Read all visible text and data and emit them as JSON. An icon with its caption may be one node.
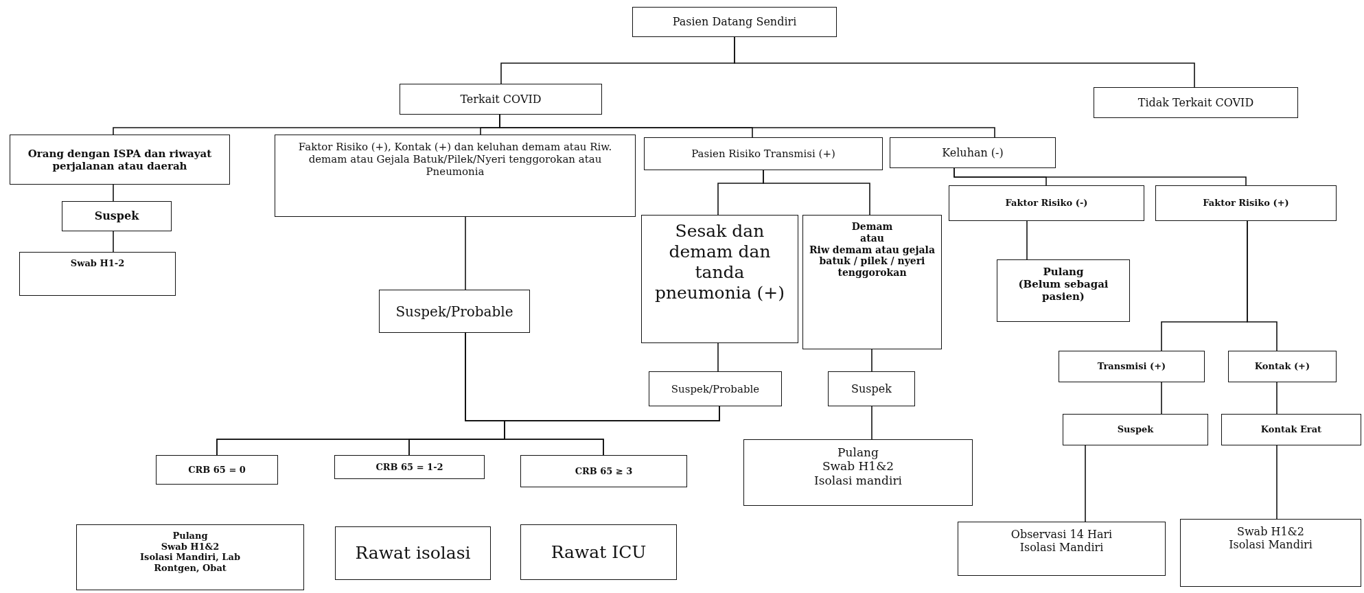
{
  "diagram": {
    "nodes": [
      {
        "text": [
          "Pasien Datang Sendiri"
        ]
      },
      {
        "text": [
          "Terkait COVID"
        ]
      },
      {
        "text": [
          "Tidak Terkait COVID"
        ]
      },
      {
        "text": [
          "Orang dengan ISPA dan riwayat perjalanan atau daerah"
        ]
      },
      {
        "text": [
          "Faktor Risiko (+), Kontak (+) dan keluhan demam atau Riw. demam atau Gejala Batuk/Pilek/Nyeri tenggorokan atau Pneumonia"
        ]
      },
      {
        "text": [
          "Pasien Risiko Transmisi (+)"
        ]
      },
      {
        "text": [
          "Keluhan (-)"
        ]
      },
      {
        "text": [
          "Suspek"
        ]
      },
      {
        "text": [
          "Swab H1-2"
        ]
      },
      {
        "text": [
          "Suspek/Probable"
        ]
      },
      {
        "text": [
          "Sesak dan demam dan tanda pneumonia (+)"
        ]
      },
      {
        "text": [
          "Demam",
          "atau",
          "Riw demam atau gejala batuk / pilek / nyeri tenggorokan"
        ]
      },
      {
        "text": [
          "Faktor Risiko (-)"
        ]
      },
      {
        "text": [
          "Faktor Risiko (+)"
        ]
      },
      {
        "text": [
          "Pulang",
          "(Belum sebagai pasien)"
        ]
      },
      {
        "text": [
          "Suspek/Probable"
        ]
      },
      {
        "text": [
          "Suspek"
        ]
      },
      {
        "text": [
          "Transmisi (+)"
        ]
      },
      {
        "text": [
          "Kontak (+)"
        ]
      },
      {
        "text": [
          "Suspek"
        ]
      },
      {
        "text": [
          "Kontak Erat"
        ]
      },
      {
        "text": [
          "CRB 65 = 0"
        ]
      },
      {
        "text": [
          "CRB 65 = 1-2"
        ]
      },
      {
        "text": [
          "CRB 65 ≥ 3"
        ]
      },
      {
        "text": [
          "Pulang",
          "Swab H1&2",
          "Isolasi mandiri"
        ]
      },
      {
        "text": [
          "Pulang",
          "Swab H1&2",
          "Isolasi Mandiri, Lab",
          "Rontgen, Obat"
        ]
      },
      {
        "text": [
          "Rawat isolasi"
        ]
      },
      {
        "text": [
          "Rawat ICU"
        ]
      },
      {
        "text": [
          "Observasi 14 Hari",
          "Isolasi Mandiri"
        ]
      },
      {
        "text": [
          "Swab H1&2",
          "Isolasi Mandiri"
        ]
      }
    ],
    "edges": [
      {
        "from": 0,
        "to": 1,
        "arrow": "none"
      },
      {
        "from": 0,
        "to": 2,
        "arrow": "none"
      },
      {
        "from": 1,
        "to": 3,
        "arrow": "none"
      },
      {
        "from": 1,
        "to": 4,
        "arrow": "none"
      },
      {
        "from": 1,
        "to": 5,
        "arrow": "none"
      },
      {
        "from": 1,
        "to": 6,
        "arrow": "none"
      },
      {
        "from": 3,
        "to": 7,
        "arrow": "none"
      },
      {
        "from": 7,
        "to": 8,
        "arrow": "none"
      },
      {
        "from": 4,
        "to": 9,
        "arrow": "none"
      },
      {
        "from": 5,
        "to": 10,
        "arrow": "none"
      },
      {
        "from": 5,
        "to": 11,
        "arrow": "none"
      },
      {
        "from": 6,
        "to": 12,
        "arrow": "none"
      },
      {
        "from": 6,
        "to": 13,
        "arrow": "none"
      },
      {
        "from": 12,
        "to": 14,
        "arrow": "none"
      },
      {
        "from": 10,
        "to": 15,
        "arrow": "none"
      },
      {
        "from": 11,
        "to": 16,
        "arrow": "none"
      },
      {
        "from": 9,
        "to": 21,
        "arrow": "none"
      },
      {
        "from": 9,
        "to": 22,
        "arrow": "none"
      },
      {
        "from": 9,
        "to": 23,
        "arrow": "none"
      },
      {
        "from": 15,
        "to": 21,
        "arrow": "none"
      },
      {
        "from": 15,
        "to": 22,
        "arrow": "none"
      },
      {
        "from": 15,
        "to": 23,
        "arrow": "none"
      },
      {
        "from": 16,
        "to": 24,
        "arrow": "none"
      },
      {
        "from": 13,
        "to": 17,
        "arrow": "none"
      },
      {
        "from": 13,
        "to": 18,
        "arrow": "none"
      },
      {
        "from": 17,
        "to": 19,
        "arrow": "none"
      },
      {
        "from": 18,
        "to": 20,
        "arrow": "none"
      },
      {
        "from": 19,
        "to": 28,
        "arrow": "none"
      },
      {
        "from": 20,
        "to": 29,
        "arrow": "none"
      }
    ]
  }
}
